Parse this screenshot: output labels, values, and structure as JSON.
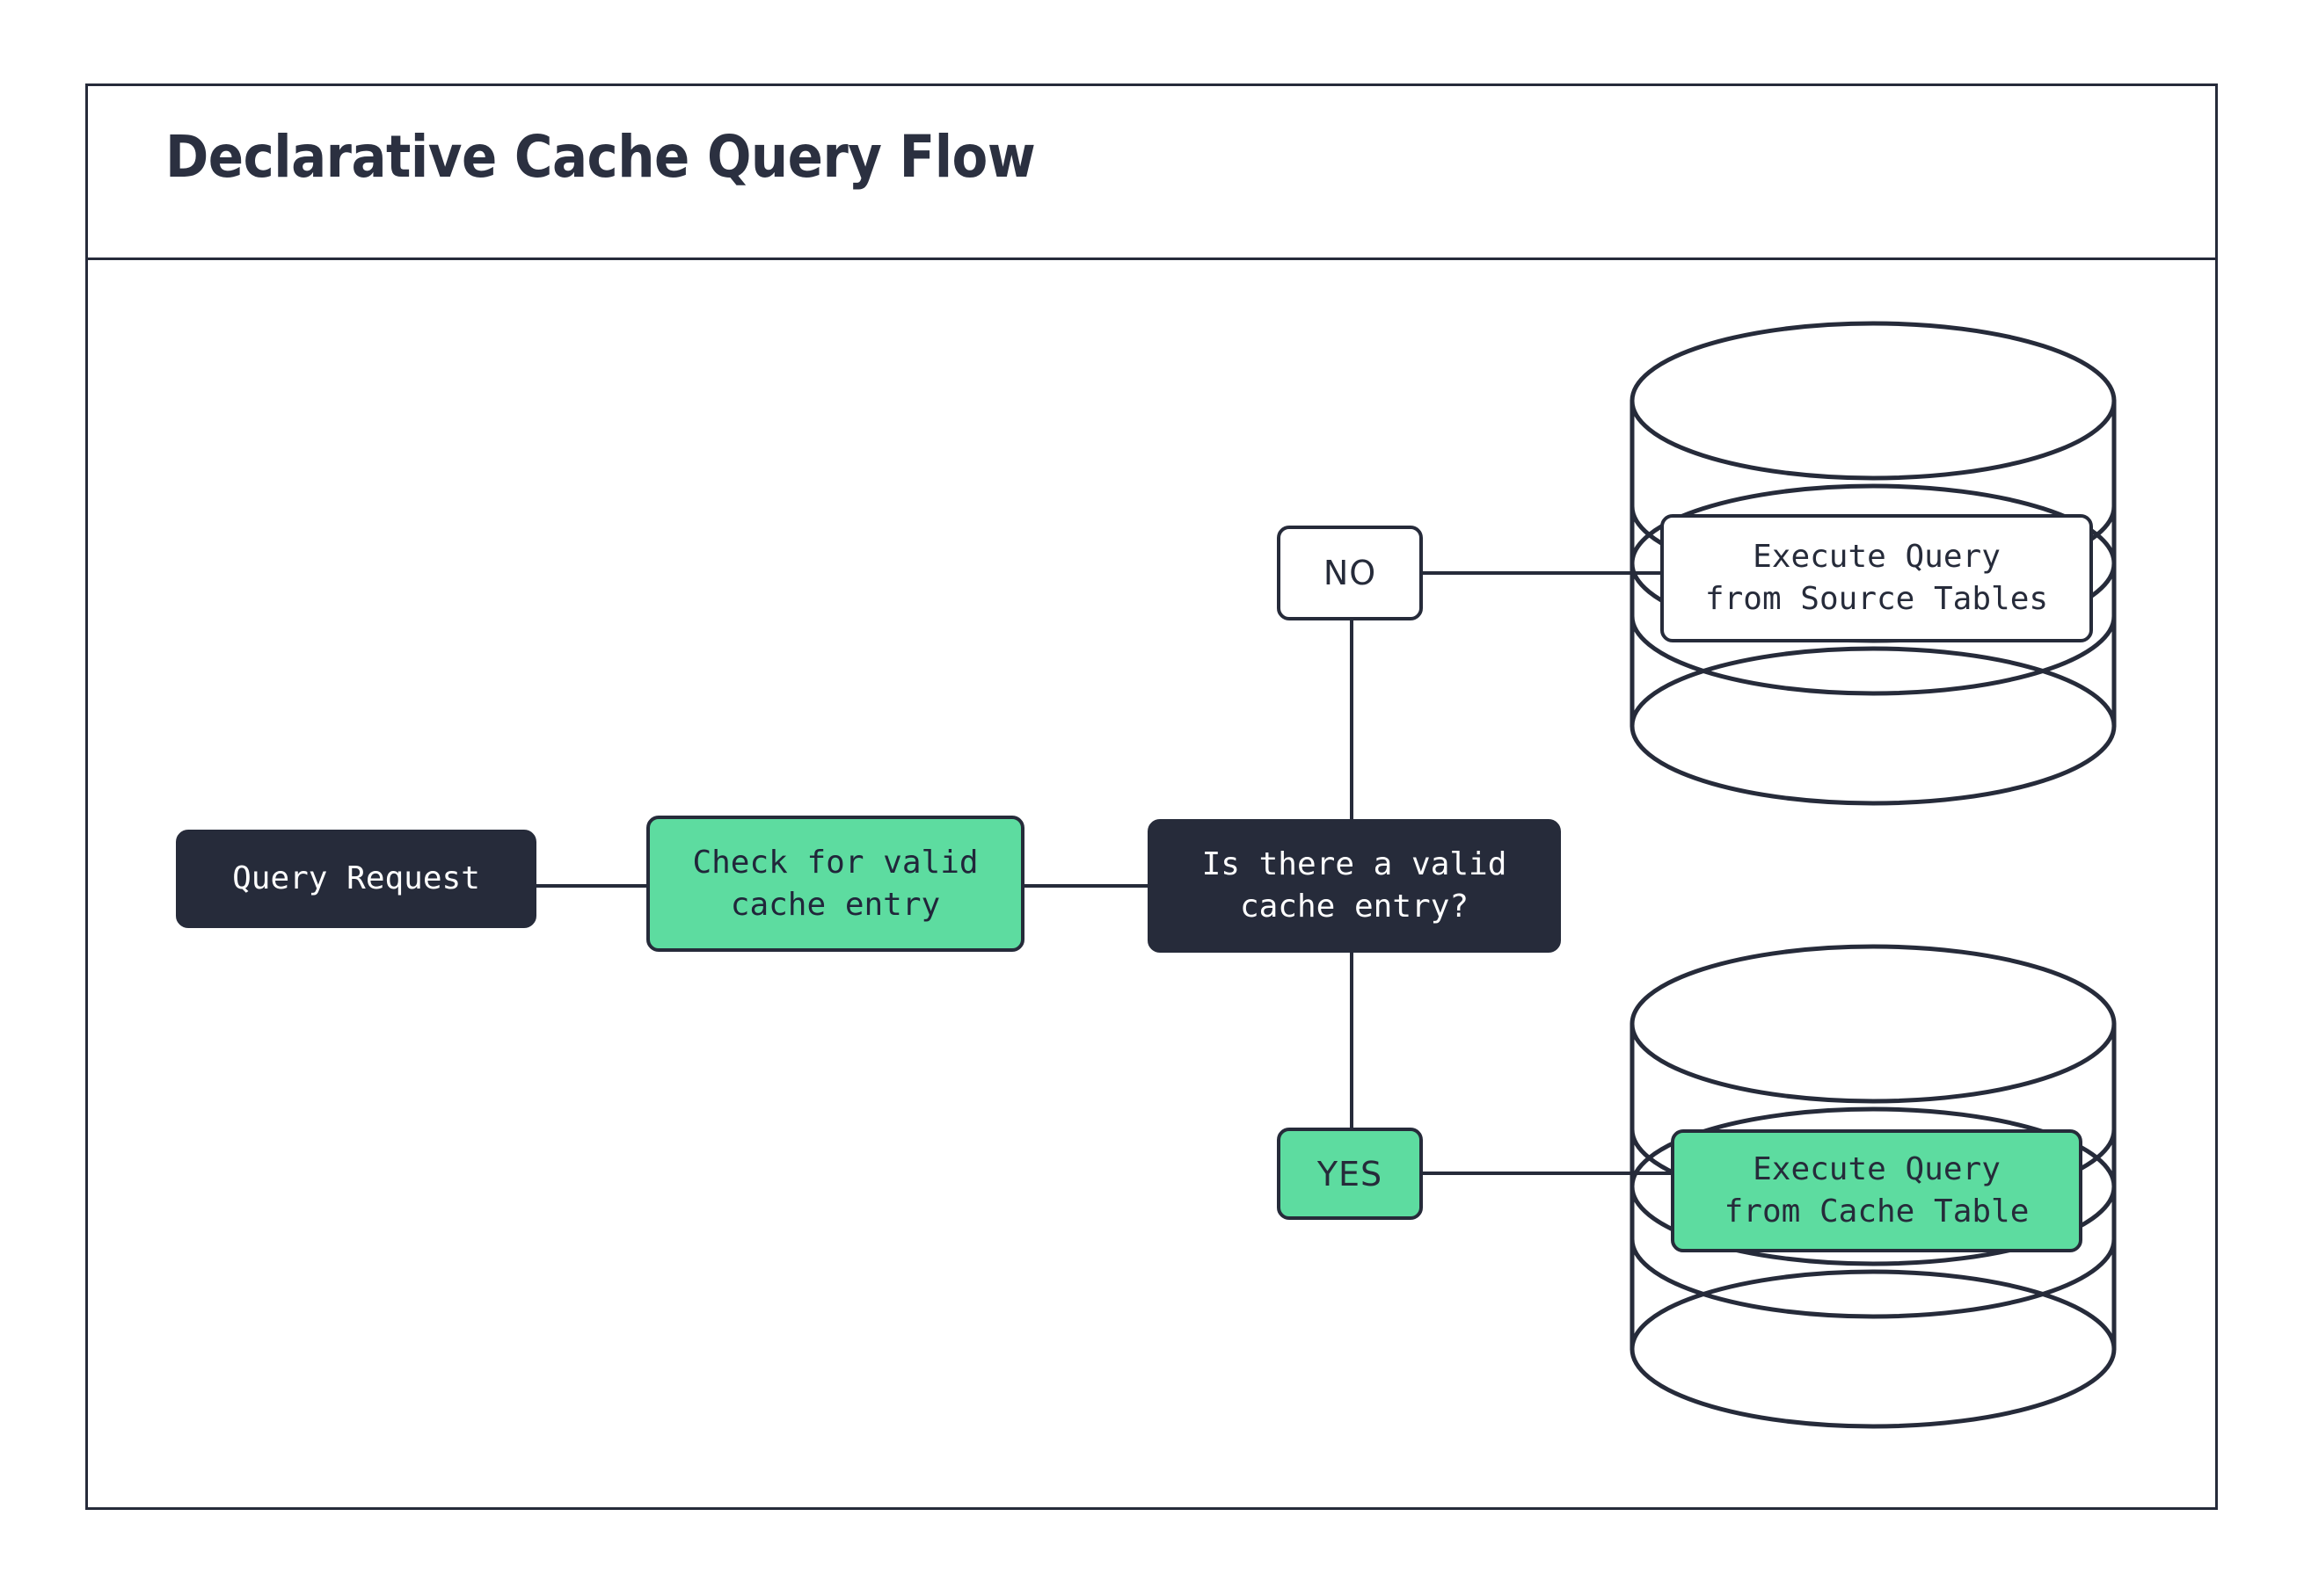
{
  "diagram": {
    "title": "Declarative Cache Query Flow",
    "colors": {
      "ink": "#262B3A",
      "accent_green": "#5DDCA0",
      "surface": "#FFFFFF",
      "title_text": "#2B3040"
    },
    "nodes": [
      {
        "id": "query-request",
        "label": "Query Request",
        "shape": "rounded-rect",
        "style": "dark"
      },
      {
        "id": "check-cache",
        "label": "Check for valid\ncache entry",
        "shape": "rounded-rect",
        "style": "green"
      },
      {
        "id": "decision",
        "label": "Is there a valid\ncache entry?",
        "shape": "rounded-rect",
        "style": "dark"
      },
      {
        "id": "source-tables",
        "label": "Execute Query\nfrom Source Tables",
        "shape": "cylinder",
        "style": "white"
      },
      {
        "id": "cache-table",
        "label": "Execute Query\nfrom Cache Table",
        "shape": "cylinder",
        "style": "green"
      }
    ],
    "branches": [
      {
        "id": "no",
        "label": "NO",
        "style": "white",
        "target": "source-tables"
      },
      {
        "id": "yes",
        "label": "YES",
        "style": "green",
        "target": "cache-table"
      }
    ],
    "edges": [
      {
        "from": "query-request",
        "to": "check-cache",
        "label": ""
      },
      {
        "from": "check-cache",
        "to": "decision",
        "label": ""
      },
      {
        "from": "decision",
        "to": "no",
        "label": ""
      },
      {
        "from": "decision",
        "to": "yes",
        "label": ""
      },
      {
        "from": "no",
        "to": "source-tables",
        "label": ""
      },
      {
        "from": "yes",
        "to": "cache-table",
        "label": ""
      }
    ]
  }
}
